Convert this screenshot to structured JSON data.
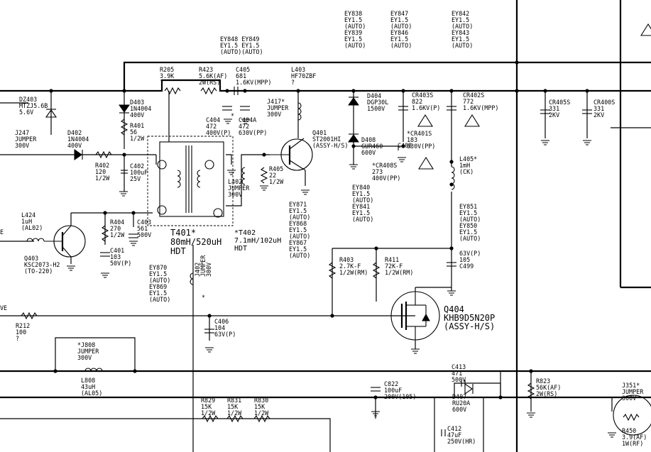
{
  "labels": {
    "ey838": [
      "EY838",
      "EY1.5",
      "(AUTO)",
      "EY839",
      "EY1.5",
      "(AUTO)"
    ],
    "ey847": [
      "EY847",
      "EY1.5",
      "(AUTO)",
      "EY846",
      "EY1.5",
      "(AUTO)"
    ],
    "ey842": [
      "EY842",
      "EY1.5",
      "(AUTO)",
      "EY843",
      "EY1.5",
      "(AUTO)"
    ],
    "ey848": [
      "EY848 EY849",
      "EY1.5 EY1.5",
      "(AUTO)(AUTO)"
    ],
    "r205": [
      "R205",
      "3.9K",
      "?"
    ],
    "r423": [
      "R423",
      "5.6K(AF)",
      "2W(RS)"
    ],
    "c405": [
      "C405",
      "681",
      "1.6KV(MPP)"
    ],
    "l403": [
      "L403",
      "HF70ZBF",
      "?"
    ],
    "dz403": [
      "DZ403",
      "MTZJ5.6B",
      "5.6V"
    ],
    "d403": [
      "D403",
      "1N4004",
      "400V"
    ],
    "r401": [
      "R401",
      "56",
      "1/2W"
    ],
    "j247": [
      "J247",
      "JUMPER",
      "300V"
    ],
    "d402": [
      "D402",
      "1N4004",
      "400V"
    ],
    "r402": [
      "R402",
      "120",
      "1/2W"
    ],
    "c402": [
      "C402",
      "100uF",
      "25V"
    ],
    "c404": [
      "C404",
      "472",
      "400V(P)"
    ],
    "c404a": [
      "C404A",
      "472",
      "630V(PP)"
    ],
    "j417": [
      "J417*",
      "JUMPER",
      "300V"
    ],
    "q401": [
      "Q401",
      "ST2001HI",
      "(ASSY-H/S)"
    ],
    "r405": [
      "R405",
      "22",
      "1/2W"
    ],
    "l402": [
      "L402",
      "JUMPER",
      "300V"
    ],
    "d404": [
      "D404",
      "DGP30L",
      "1500V"
    ],
    "cr403s": [
      "CR403S",
      "822",
      "1.6KV(P)"
    ],
    "cr402s": [
      "CR402S",
      "772",
      "1.6KV(MPP)"
    ],
    "cr405s": [
      "CR405S",
      "331",
      "2KV"
    ],
    "cr400s": [
      "CR400S",
      "331",
      "2KV"
    ],
    "d408": [
      "D408",
      "GUR460",
      "600V"
    ],
    "c408": [
      "C408"
    ],
    "cr401s": [
      "*CR401S",
      "183",
      "630V(PP)"
    ],
    "cr408s": [
      "*CR408S",
      "273",
      "400V(PP)"
    ],
    "l405": [
      "L405*",
      "1mH",
      "(CK)"
    ],
    "ey840": [
      "EY840",
      "EY1.5",
      "(AUTO)",
      "EY841",
      "EY1.5",
      "(AUTO)"
    ],
    "ey871": [
      "EY871",
      "EY1.5",
      "(AUTO)",
      "EY868",
      "EY1.5",
      "(AUTO)",
      "EY867",
      "EY1.5",
      "(AUTO)"
    ],
    "ey851": [
      "EY851",
      "EY1.5",
      "(AUTO)",
      "EY850",
      "EY1.5",
      "(AUTO)"
    ],
    "l424": [
      "L424",
      "1uH",
      "(AL02)"
    ],
    "q403": [
      "Q403",
      "KSC2073-H2",
      "(TO-220)"
    ],
    "r404": [
      "R404",
      "270",
      "1/2W"
    ],
    "c403": [
      "C403",
      "561",
      "500V"
    ],
    "c401": [
      "C401",
      "103",
      "50V(P)"
    ],
    "t401": [
      "T401*",
      "80mH/520uH",
      "HDT"
    ],
    "t402": [
      "*T402",
      "7.1mH/102uH",
      "HDT"
    ],
    "ey870": [
      "EY870",
      "EY1.5",
      "(AUTO)",
      "EY869",
      "EY1.5",
      "(AUTO)"
    ],
    "j402": [
      "J402",
      "JUMPER",
      "300V"
    ],
    "c499": [
      "63V(P)",
      "105",
      "C499"
    ],
    "r403": [
      "R403",
      "2.7K-F",
      "1/2W(RM)"
    ],
    "r411": [
      "R411",
      "72K-F",
      "1/2W(RM)"
    ],
    "q404": [
      "Q404",
      "KHB9D5N20P",
      "(ASSY-H/S)"
    ],
    "r212": [
      "R212",
      "100",
      "?"
    ],
    "c406": [
      "C406",
      "104",
      "63V(P)"
    ],
    "j808": [
      "*J808",
      "JUMPER",
      "300V"
    ],
    "l808": [
      "L808",
      "43uH",
      "(AL05)"
    ],
    "c822": [
      "C822",
      "100uF",
      "200V(105)"
    ],
    "c413": [
      "C413",
      "471",
      "500V"
    ],
    "d407": [
      "D407",
      "RU20A",
      "600V"
    ],
    "c412": [
      "C412",
      "47uF",
      "250V(HR)"
    ],
    "r823": [
      "R823",
      "56K(AF)",
      "2W(RS)"
    ],
    "j351": [
      "J351*",
      "JUMPER",
      "300V"
    ],
    "r450": [
      "R450",
      "3.9(AF)",
      "1W(RF)"
    ],
    "r829": [
      "R829",
      "15K",
      "1/2W"
    ],
    "r831": [
      "R831",
      "15K",
      "1/2W"
    ],
    "r830": [
      "R830",
      "15K",
      "1/2W"
    ],
    "edge_e": "E",
    "edge_ve": "VE",
    "stars": [
      "*",
      "*",
      "*"
    ]
  }
}
